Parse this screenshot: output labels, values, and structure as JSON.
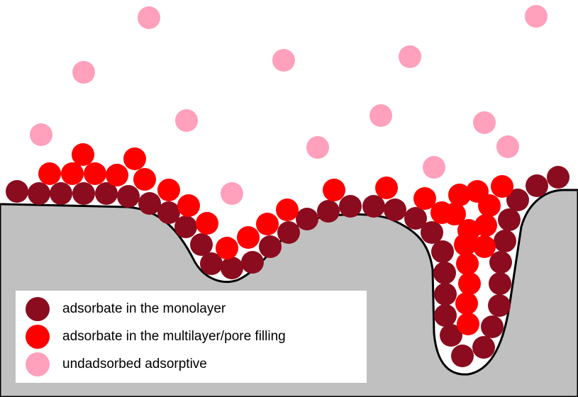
{
  "colors": {
    "monolayer": "#8b0c1e",
    "multilayer": "#ff0000",
    "adsorptive": "#ffa0bc",
    "solid": "#c0c0c0",
    "outline": "#000000"
  },
  "legend": {
    "items": [
      {
        "label": "adsorbate in the monolayer",
        "color": "#8b0c1e"
      },
      {
        "label": "adsorbate in the multilayer/pore filling",
        "color": "#ff0000"
      },
      {
        "label": "undadsorbed adsorptive",
        "color": "#ffa0bc"
      }
    ]
  }
}
